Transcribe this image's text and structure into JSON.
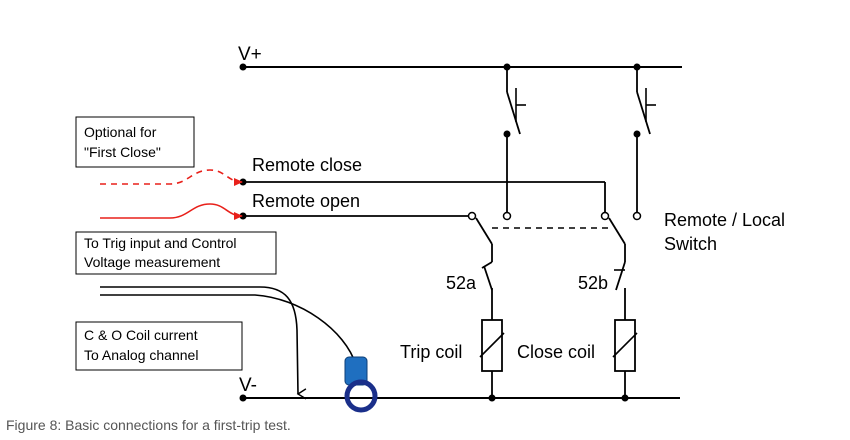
{
  "labels": {
    "v_plus": "V+",
    "v_minus": "V-",
    "remote_close": "Remote close",
    "remote_open": "Remote open",
    "remote_local_line1": "Remote / Local",
    "remote_local_line2": "Switch",
    "contact_52a": "52a",
    "contact_52b": "52b",
    "trip_coil": "Trip coil",
    "close_coil": "Close coil"
  },
  "boxes": {
    "optional_line1": "Optional for",
    "optional_line2": "\"First Close\"",
    "trig_line1": "To Trig input and Control",
    "trig_line2": "Voltage measurement",
    "coil_line1": "C & O Coil current",
    "coil_line2": "To Analog channel"
  },
  "caption": "Figure 8: Basic connections for a first-trip test.",
  "colors": {
    "line": "#000000",
    "red_signal": "#e8201a",
    "clamp_blue": "#1f6fc0",
    "clamp_ring": "#1a2f8a",
    "caption": "#555555"
  }
}
